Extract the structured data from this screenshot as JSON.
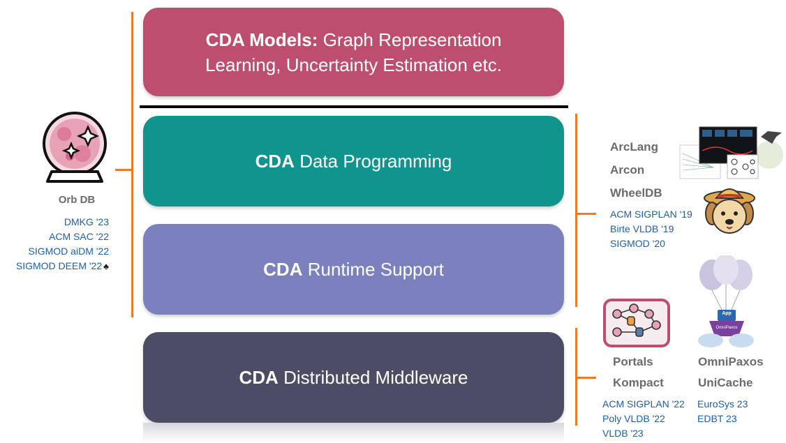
{
  "layers": [
    {
      "bold": "CDA Models:",
      "rest": "Graph Representation",
      "line2": "Learning, Uncertainty Estimation etc.",
      "color": "#be4e6e"
    },
    {
      "bold": "CDA",
      "rest": "Data Programming",
      "color": "#12948e"
    },
    {
      "bold": "CDA",
      "rest": "Runtime Support",
      "color": "#7b81bd"
    },
    {
      "bold": "CDA",
      "rest": "Distributed Middleware",
      "color": "#4c4d65"
    }
  ],
  "orb": {
    "title": "Orb DB",
    "pubs": [
      "DMKG '23",
      "ACM SAC '22",
      "SIGMOD aiDM '22",
      "SIGMOD DEEM '22"
    ],
    "icon": "crystal-ball-icon",
    "award_icon": "trophy-icon"
  },
  "data_prog": {
    "systems": [
      "ArcLang",
      "Arcon",
      "WheelDB"
    ],
    "pubs": [
      "ACM SIGPLAN '19",
      "Birte VLDB '19",
      "SIGMOD '20"
    ]
  },
  "middleware": {
    "left_systems": [
      "Portals",
      "Kompact"
    ],
    "right_systems": [
      "OmniPaxos",
      "UniCache"
    ],
    "left_pubs": [
      "ACM SIGPLAN '22",
      "Poly VLDB '22",
      "VLDB '23"
    ],
    "right_pubs": [
      "EuroSys 23",
      "EDBT 23"
    ],
    "app_label": "App",
    "omnipaxos_label": "OmniPaxos"
  },
  "colors": {
    "accent": "#ec7b24",
    "pub_text": "#1f5fa8"
  }
}
